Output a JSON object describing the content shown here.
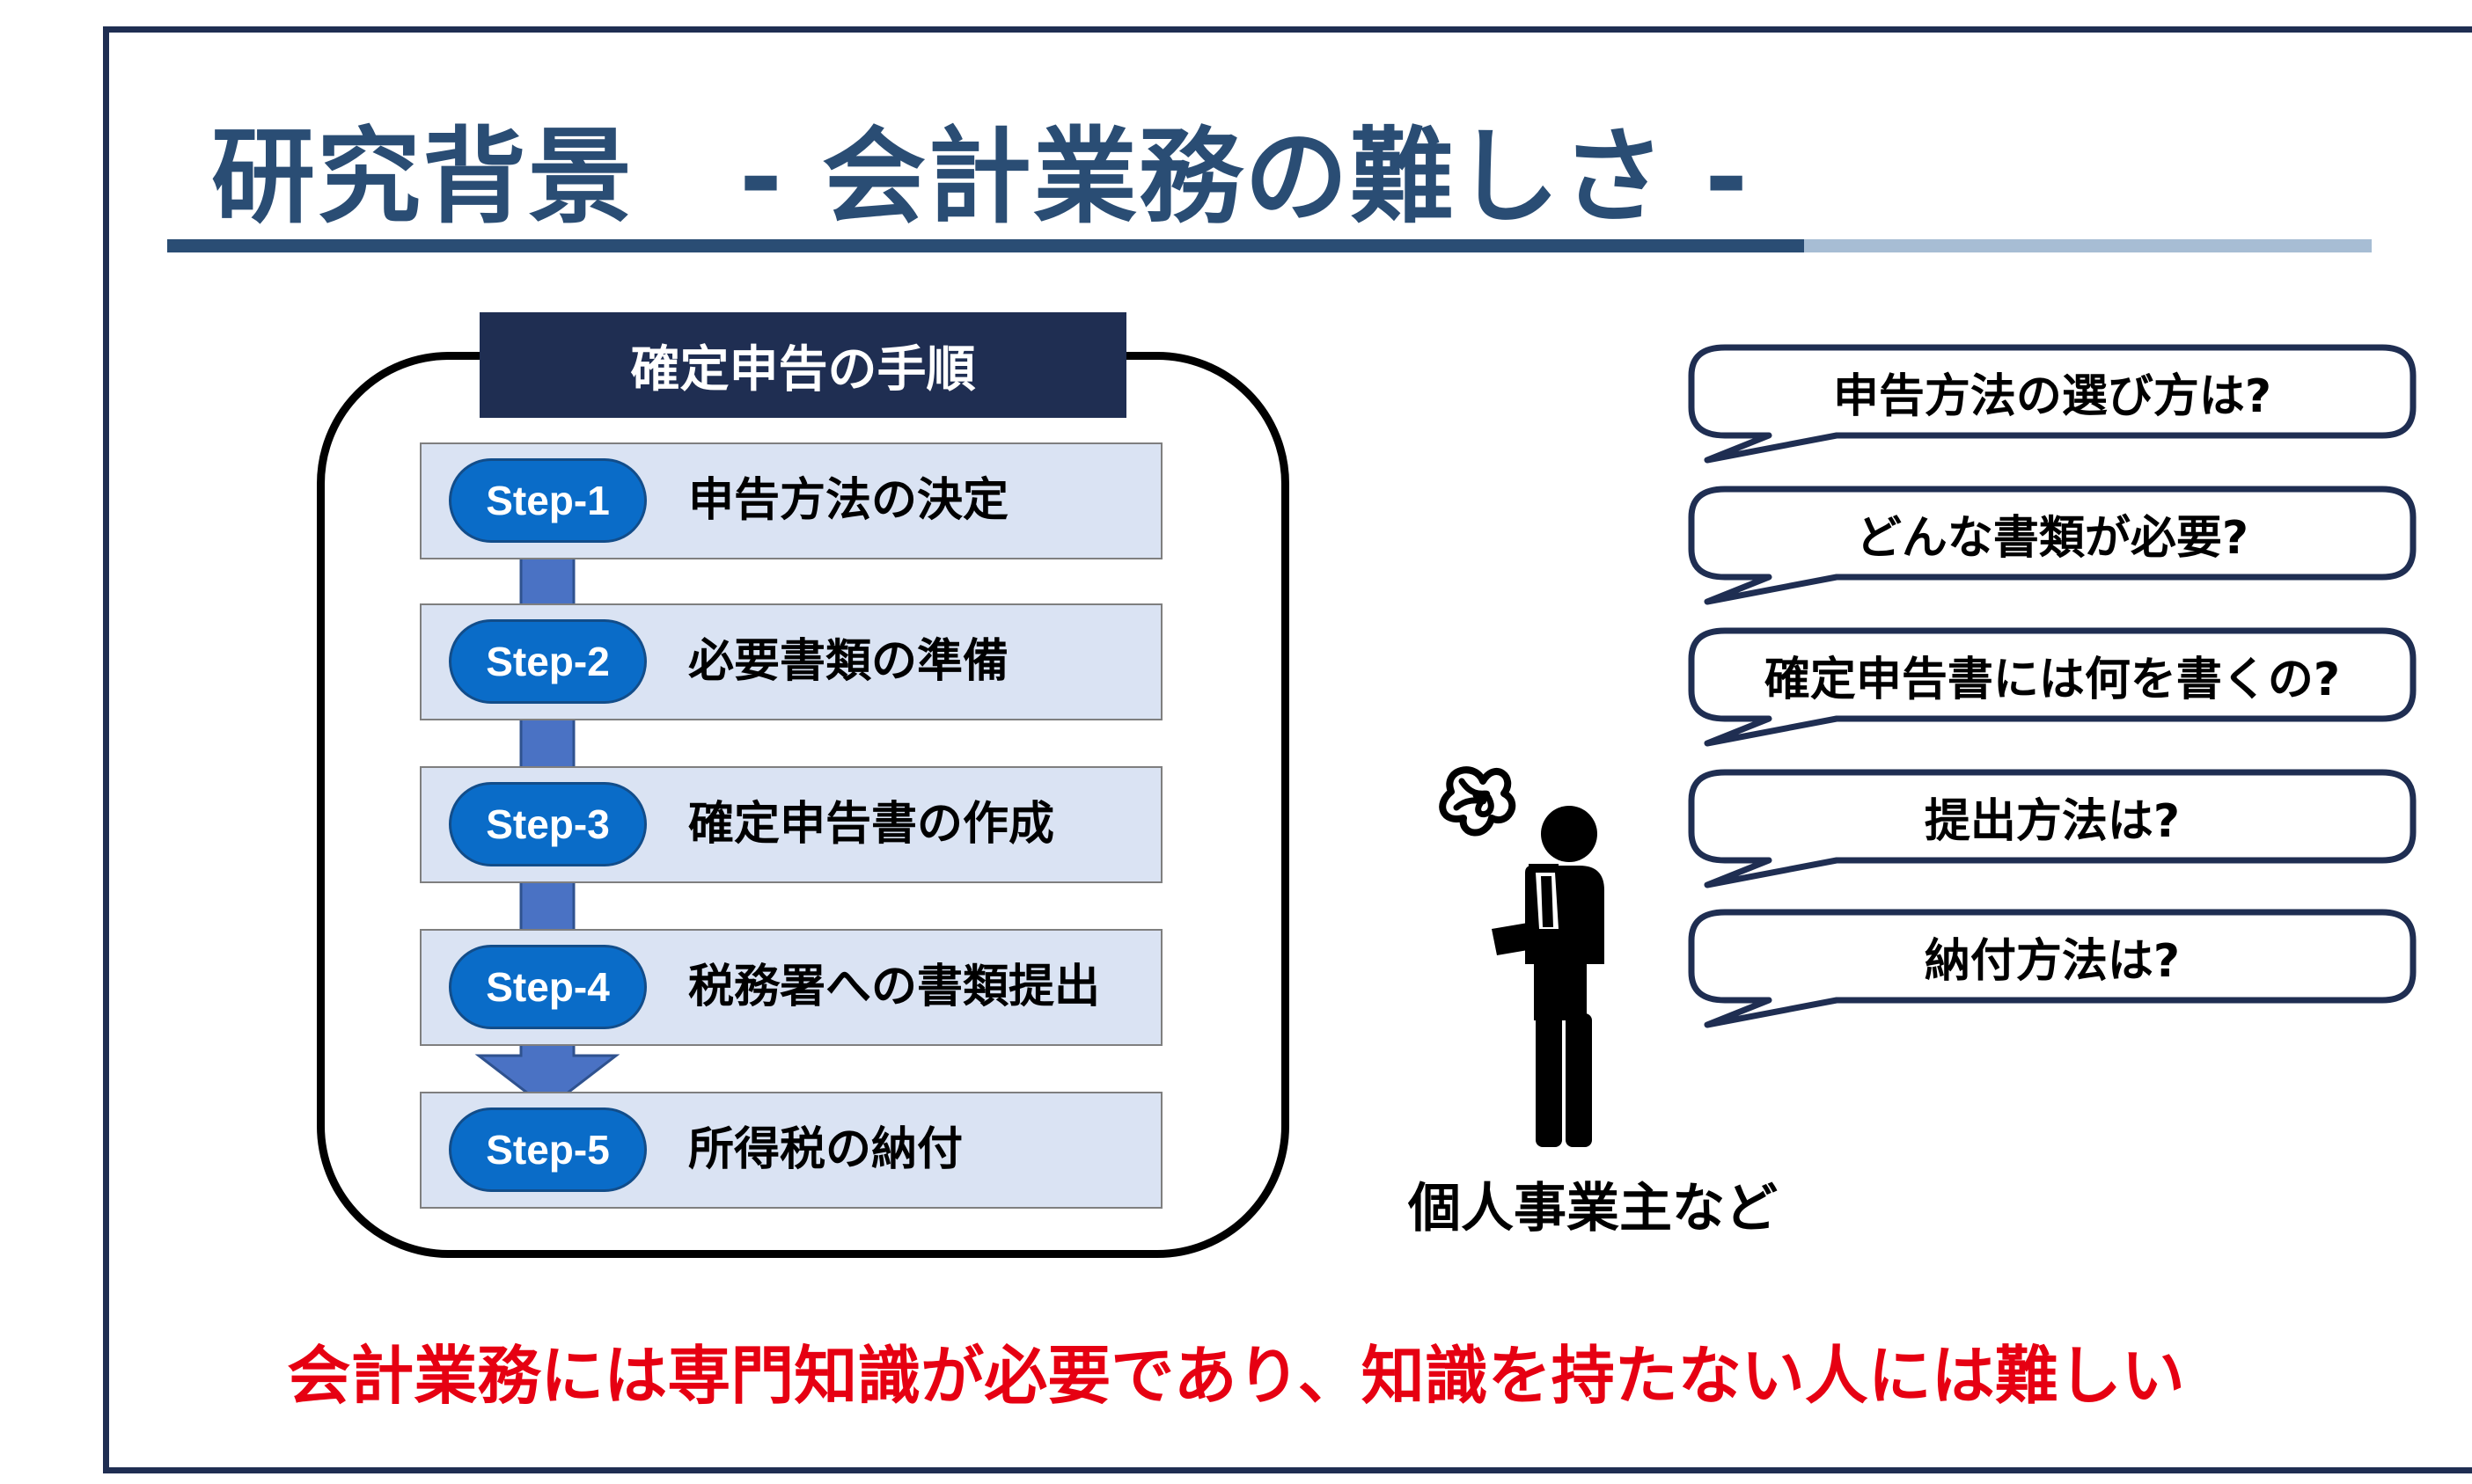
{
  "slide": {
    "title": "研究背景　- 会計業務の難しさ -",
    "procedure": {
      "title": "確定申告の手順",
      "steps": [
        {
          "tag": "Step-1",
          "label": "申告方法の決定"
        },
        {
          "tag": "Step-2",
          "label": "必要書類の準備"
        },
        {
          "tag": "Step-3",
          "label": "確定申告書の作成"
        },
        {
          "tag": "Step-4",
          "label": "税務署への書類提出"
        },
        {
          "tag": "Step-5",
          "label": "所得税の納付"
        }
      ]
    },
    "questions": [
      "申告方法の選び方は?",
      "どんな書類が必要?",
      "確定申告書には何を書くの?",
      "提出方法は?",
      "納付方法は?"
    ],
    "person_label": "個人事業主など",
    "conclusion": "会計業務には専門知識が必要であり、知識を持たない人には難しい",
    "colors": {
      "title": "#2a4d74",
      "frame": "#1f2e52",
      "step_pill": "#0a6cc8",
      "step_row": "#dae3f3",
      "arrow": "#4a72c4",
      "conclusion": "#e60012"
    }
  }
}
